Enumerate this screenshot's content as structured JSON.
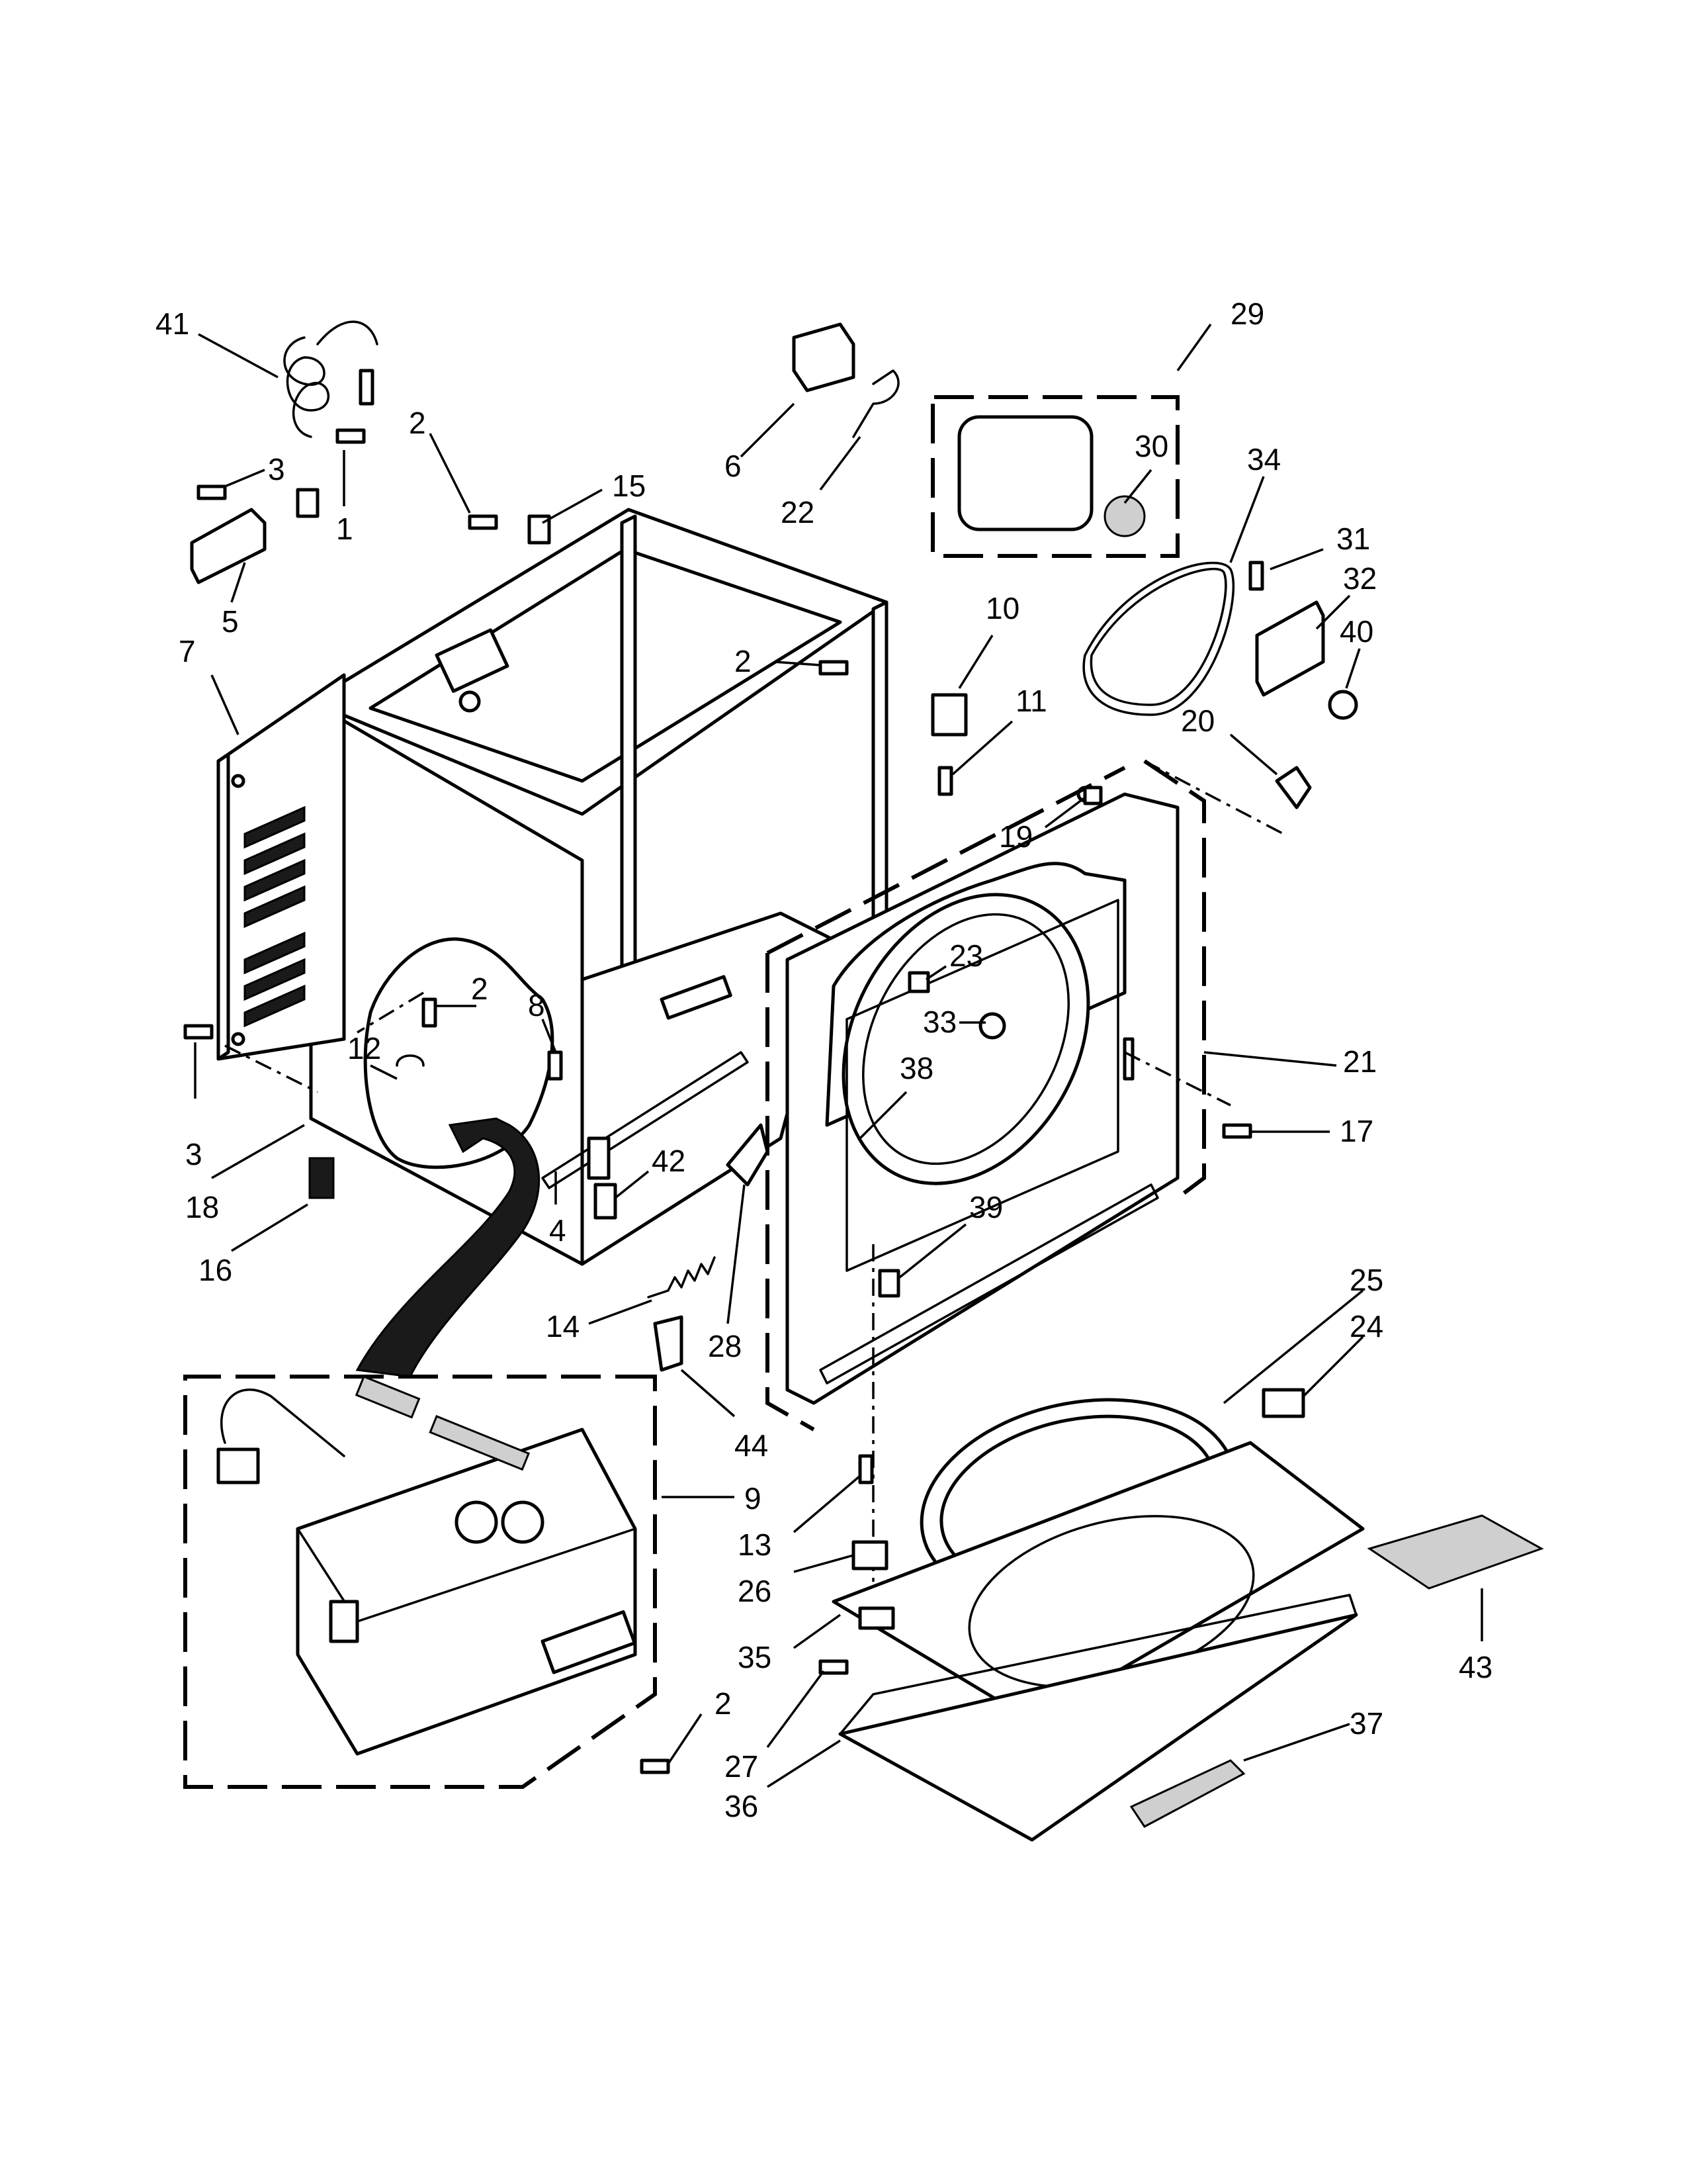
{
  "diagram": {
    "callouts": [
      {
        "id": "c41",
        "label": "41"
      },
      {
        "id": "c2a",
        "label": "2"
      },
      {
        "id": "c3a",
        "label": "3"
      },
      {
        "id": "c1",
        "label": "1"
      },
      {
        "id": "c15",
        "label": "15"
      },
      {
        "id": "c5",
        "label": "5"
      },
      {
        "id": "c7",
        "label": "7"
      },
      {
        "id": "c6",
        "label": "6"
      },
      {
        "id": "c22",
        "label": "22"
      },
      {
        "id": "c29",
        "label": "29"
      },
      {
        "id": "c30",
        "label": "30"
      },
      {
        "id": "c34",
        "label": "34"
      },
      {
        "id": "c31",
        "label": "31"
      },
      {
        "id": "c32",
        "label": "32"
      },
      {
        "id": "c40",
        "label": "40"
      },
      {
        "id": "c10",
        "label": "10"
      },
      {
        "id": "c2b",
        "label": "2"
      },
      {
        "id": "c11",
        "label": "11"
      },
      {
        "id": "c20",
        "label": "20"
      },
      {
        "id": "c19",
        "label": "19"
      },
      {
        "id": "c23",
        "label": "23"
      },
      {
        "id": "c33",
        "label": "33"
      },
      {
        "id": "c21",
        "label": "21"
      },
      {
        "id": "c17",
        "label": "17"
      },
      {
        "id": "c38",
        "label": "38"
      },
      {
        "id": "c39",
        "label": "39"
      },
      {
        "id": "c2c",
        "label": "2"
      },
      {
        "id": "c12",
        "label": "12"
      },
      {
        "id": "c8",
        "label": "8"
      },
      {
        "id": "c42",
        "label": "42"
      },
      {
        "id": "c4",
        "label": "4"
      },
      {
        "id": "c3b",
        "label": "3"
      },
      {
        "id": "c18",
        "label": "18"
      },
      {
        "id": "c16",
        "label": "16"
      },
      {
        "id": "c14",
        "label": "14"
      },
      {
        "id": "c28",
        "label": "28"
      },
      {
        "id": "c44",
        "label": "44"
      },
      {
        "id": "c25",
        "label": "25"
      },
      {
        "id": "c24",
        "label": "24"
      },
      {
        "id": "c9",
        "label": "9"
      },
      {
        "id": "c13",
        "label": "13"
      },
      {
        "id": "c26",
        "label": "26"
      },
      {
        "id": "c43",
        "label": "43"
      },
      {
        "id": "c35",
        "label": "35"
      },
      {
        "id": "c27",
        "label": "27"
      },
      {
        "id": "c36",
        "label": "36"
      },
      {
        "id": "c37",
        "label": "37"
      },
      {
        "id": "c2d",
        "label": "2"
      }
    ]
  }
}
